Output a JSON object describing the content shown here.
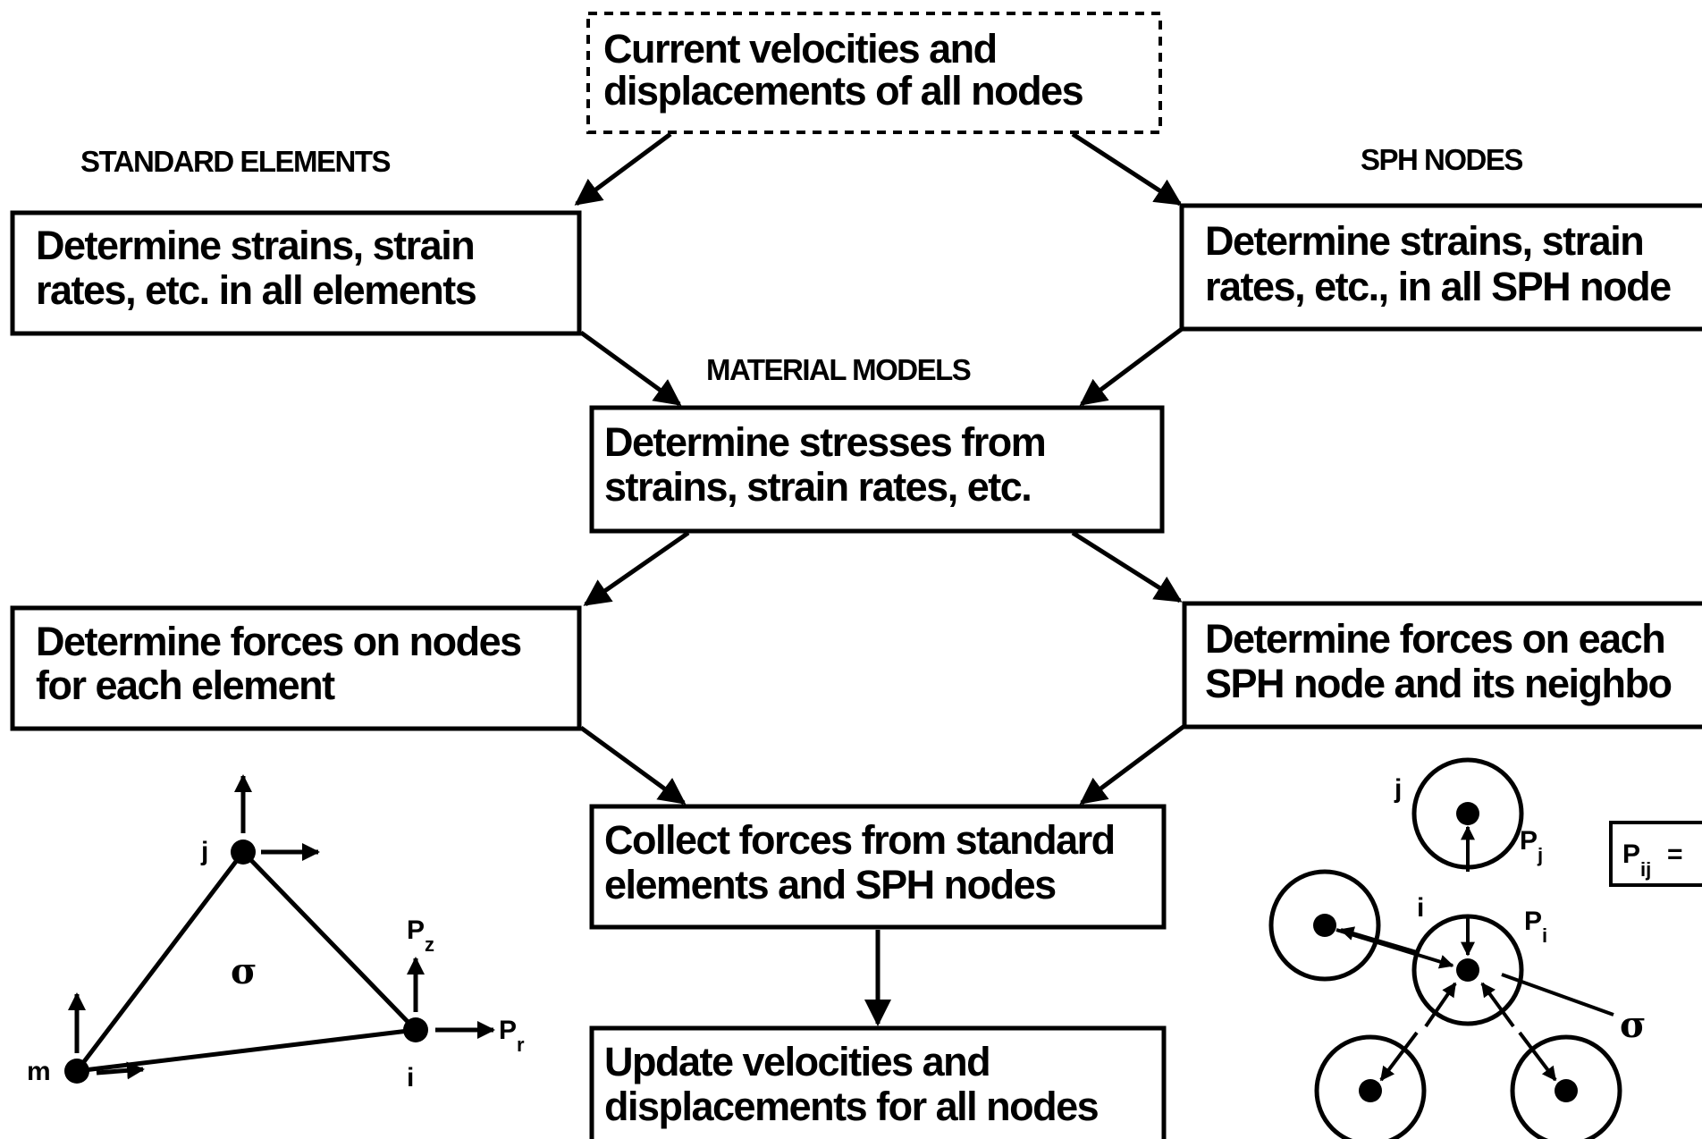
{
  "headings": {
    "standard_elements": "STANDARD ELEMENTS",
    "sph_nodes": "SPH NODES",
    "material_models": "MATERIAL MODELS"
  },
  "boxes": {
    "current_state": [
      "Current velocities and",
      "displacements of all nodes"
    ],
    "strains_elements": [
      "Determine strains, strain",
      "rates, etc. in all elements"
    ],
    "strains_sph": [
      "Determine strains, strain",
      "rates, etc., in all SPH node"
    ],
    "stresses": [
      "Determine stresses from",
      "strains, strain rates, etc."
    ],
    "forces_elements": [
      "Determine forces on nodes",
      "for each element"
    ],
    "forces_sph": [
      "Determine forces on each",
      "SPH node and its neighbo"
    ],
    "collect": [
      "Collect forces from standard",
      "elements and SPH nodes"
    ],
    "update": [
      "Update velocities and",
      "displacements for all nodes"
    ]
  },
  "element_sketch": {
    "node_j": "j",
    "node_m": "m",
    "node_i": "i",
    "stress": "σ",
    "force_z": "P",
    "force_z_sub": "z",
    "force_r": "P",
    "force_r_sub": "r"
  },
  "sph_sketch": {
    "node_j": "j",
    "node_i": "i",
    "force_j": "P",
    "force_j_sub": "j",
    "force_i": "P",
    "force_i_sub": "i",
    "stress": "σ",
    "legend": "P",
    "legend_sub": "ij",
    "legend_eq": "="
  }
}
